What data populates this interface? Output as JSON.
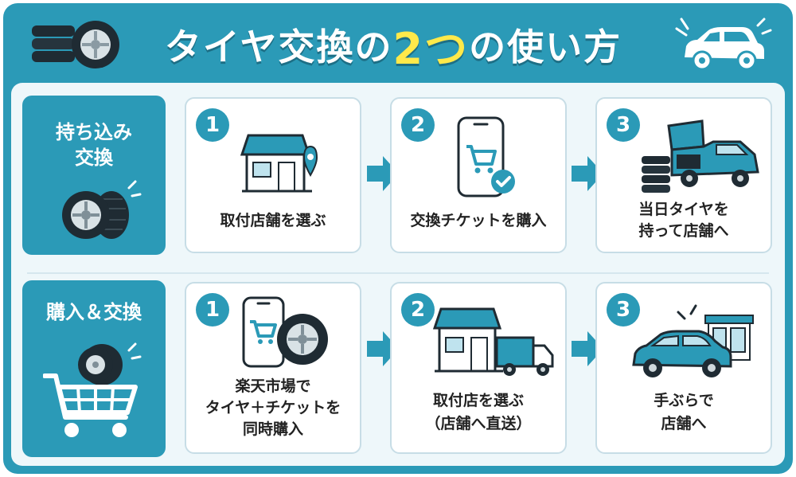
{
  "title": {
    "prefix": "タイヤ交換の",
    "accent": "2つ",
    "suffix": "の使い方"
  },
  "colors": {
    "primary": "#2b9ab7",
    "accent": "#ffe94a",
    "card_border": "#c7dde6"
  },
  "rows": [
    {
      "label": [
        "持ち込み",
        "交換"
      ],
      "steps": [
        {
          "num": "1",
          "text": [
            "取付店舗を選ぶ"
          ],
          "icon": "shop-pin-icon"
        },
        {
          "num": "2",
          "text": [
            "交換チケットを購入"
          ],
          "icon": "phone-cart-icon"
        },
        {
          "num": "3",
          "text": [
            "当日タイヤを",
            "持って店舗へ"
          ],
          "icon": "car-tires-icon"
        }
      ]
    },
    {
      "label": [
        "購入＆交換"
      ],
      "steps": [
        {
          "num": "1",
          "text": [
            "楽天市場で",
            "タイヤ＋チケットを",
            "同時購入"
          ],
          "icon": "phone-tire-icon"
        },
        {
          "num": "2",
          "text": [
            "取付店を選ぶ",
            "（店舗へ直送）"
          ],
          "icon": "shop-truck-icon"
        },
        {
          "num": "3",
          "text": [
            "手ぶらで",
            "店舗へ"
          ],
          "icon": "car-shop-icon"
        }
      ]
    }
  ]
}
